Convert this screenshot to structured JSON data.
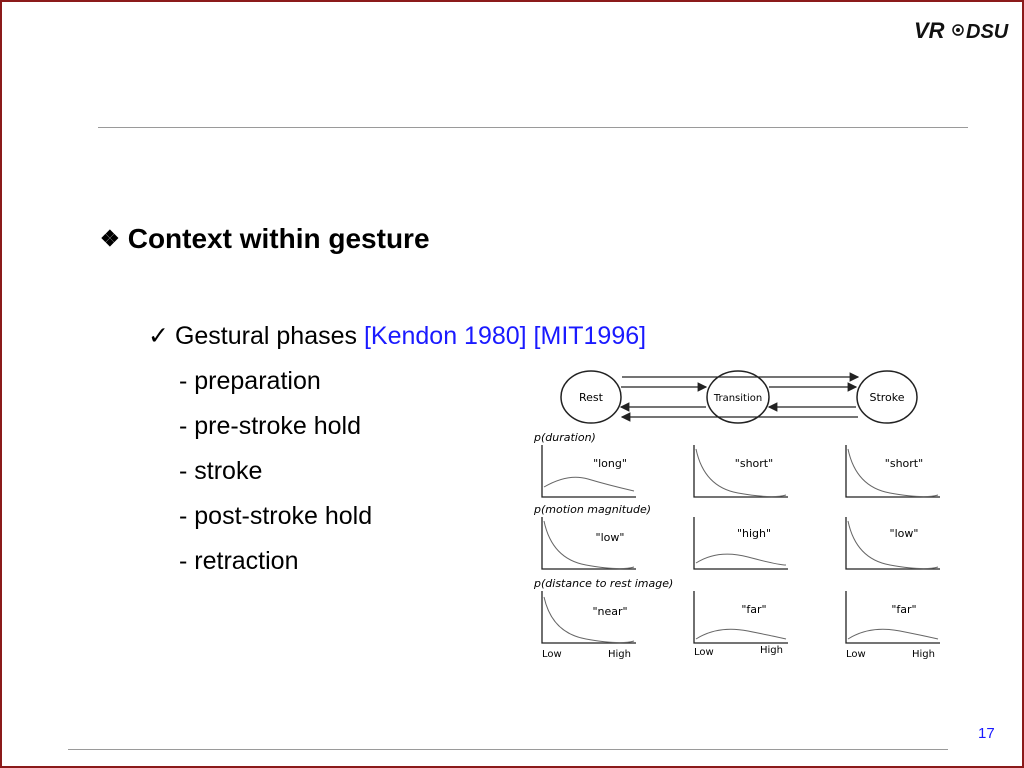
{
  "logo": {
    "text": "VR",
    "text2": "DSU"
  },
  "heading": {
    "bullet": "❖",
    "text": "Context within gesture"
  },
  "subheading": {
    "check": "✓",
    "text": "Gestural phases ",
    "refs": "[Kendon 1980] [MIT1996]"
  },
  "phases": [
    "- preparation",
    "- pre-stroke hold",
    "- stroke",
    "- post-stroke hold",
    "- retraction"
  ],
  "figure": {
    "states": [
      "Rest",
      "Transition",
      "Stroke"
    ],
    "rows": [
      {
        "label": "p(duration)",
        "cells": [
          "\"long\"",
          "\"short\"",
          "\"short\""
        ]
      },
      {
        "label": "p(motion magnitude)",
        "cells": [
          "\"low\"",
          "\"high\"",
          "\"low\""
        ]
      },
      {
        "label": "p(distance to rest image)",
        "cells": [
          "\"near\"",
          "\"far\"",
          "\"far\""
        ]
      }
    ],
    "axis_low": "Low",
    "axis_high": "High"
  },
  "page_number": "17",
  "colors": {
    "frame": "#8b1a1a",
    "reference": "#1a1aff",
    "rule": "#9a9a9a"
  }
}
